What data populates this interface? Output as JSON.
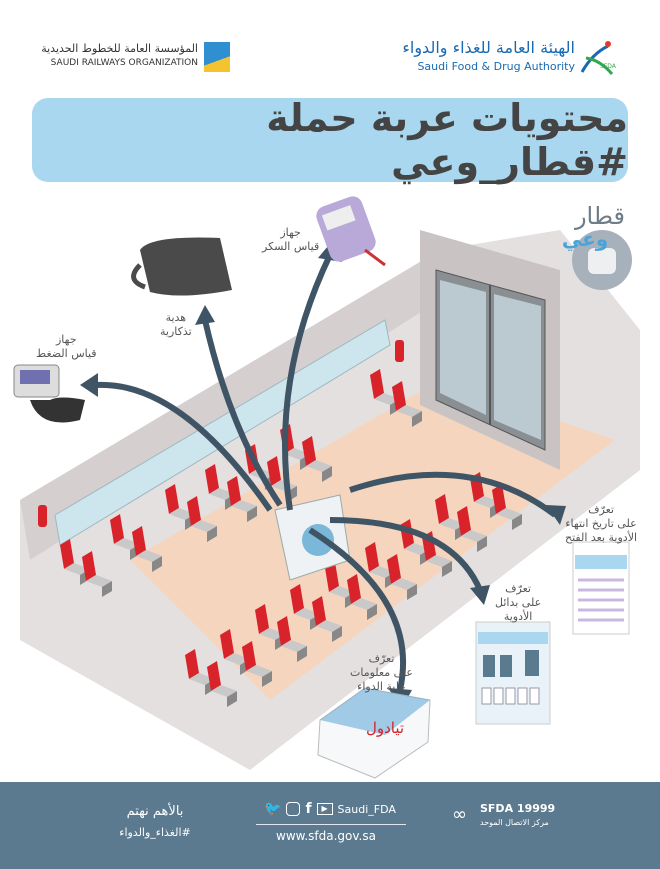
{
  "header": {
    "railways": {
      "name_ar": "المؤسسة العامة للخطوط الحديدية",
      "name_en": "SAUDI RAILWAYS ORGANIZATION"
    },
    "sfda": {
      "name_ar": "الهيئة العامة للغذاء والدواء",
      "name_en": "Saudi Food & Drug Authority",
      "badge": "SFDA"
    }
  },
  "title": "محتويات عربة حملة #قطار_وعي",
  "campaign_logo": {
    "line1": "قطار",
    "line2": "وعي"
  },
  "items": [
    {
      "id": "glucose",
      "line1": "جهاز",
      "line2": "قياس السكر"
    },
    {
      "id": "gift",
      "line1": "هدية",
      "line2": "تذكارية"
    },
    {
      "id": "bp",
      "line1": "جهاز",
      "line2": "قياس الضغط"
    },
    {
      "id": "expiry",
      "line1": "تعرّف",
      "line2": "على تاريخ انتهاء",
      "line3": "الأدوية بعد الفتح"
    },
    {
      "id": "alternatives",
      "line1": "تعرّف",
      "line2": "على بدائل",
      "line3": "الأدوية"
    },
    {
      "id": "package",
      "line1": "تعرّف",
      "line2": "على معلومات",
      "line3": "علبة الدواء"
    }
  ],
  "package_brand": "تيادول",
  "footer": {
    "slogan": "بالأهم نهتم",
    "hashtag": "#الغذاء_والدواء",
    "social_handle": "Saudi_FDA",
    "website": "www.sfda.gov.sa",
    "hotline": "SFDA 19999",
    "hotline_label": "مركز الاتصال الموحد"
  },
  "colors": {
    "banner": "#a9d7ef",
    "footer": "#5b7a8f",
    "arrow": "#3f5566",
    "seat": "#d8232a",
    "floor": "#f5d5bd"
  }
}
